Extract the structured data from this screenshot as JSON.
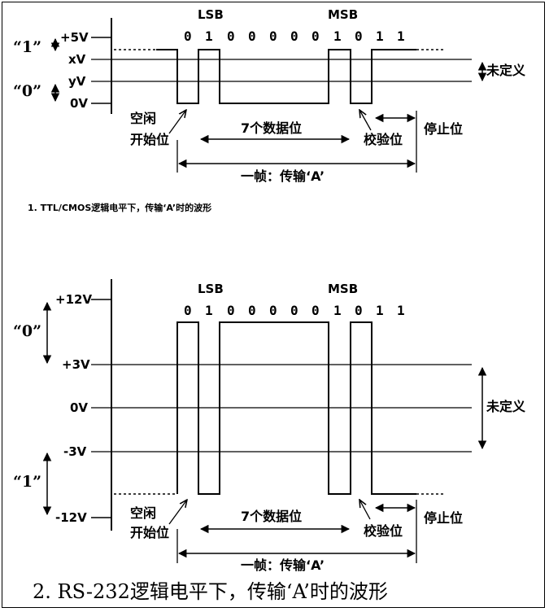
{
  "diagram1": {
    "header_lsb": "LSB",
    "header_msb": "MSB",
    "bits": [
      "0",
      "1",
      "0",
      "0",
      "0",
      "0",
      "0",
      "1",
      "0",
      "1",
      "1"
    ],
    "logic_one": "“1”",
    "logic_zero": "“0”",
    "level_5v": "+5V",
    "level_xv": "xV",
    "level_yv": "yV",
    "level_0v": "0V",
    "undefined": "未定义",
    "idle": "空闲",
    "start_bit": "开始位",
    "data_bits": "7个数据位",
    "parity_bit": "校验位",
    "stop_bit": "停止位",
    "frame": "一帧：传输‘A’",
    "caption": "1. TTL/CMOS逻辑电平下，传输‘A’时的波形"
  },
  "diagram2": {
    "header_lsb": "LSB",
    "header_msb": "MSB",
    "bits": [
      "0",
      "1",
      "0",
      "0",
      "0",
      "0",
      "0",
      "1",
      "0",
      "1",
      "1"
    ],
    "logic_zero": "“0”",
    "logic_one": "“1”",
    "level_p12v": "+12V",
    "level_p3v": "+3V",
    "level_0v": "0V",
    "level_m3v": "-3V",
    "level_m12v": "-12V",
    "undefined": "未定义",
    "idle": "空闲",
    "start_bit": "开始位",
    "data_bits": "7个数据位",
    "parity_bit": "校验位",
    "stop_bit": "停止位",
    "frame": "一帧：传输‘A’",
    "caption": "2. RS-232逻辑电平下，传输‘A’时的波形"
  }
}
